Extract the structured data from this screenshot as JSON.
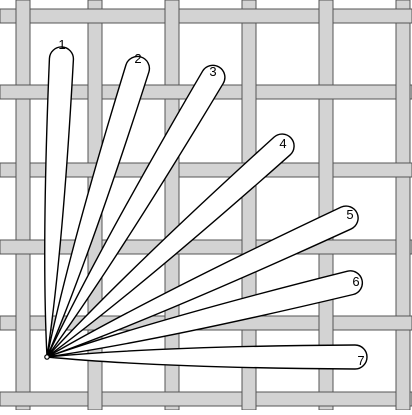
{
  "colors": {
    "background": "#ffffff",
    "grid_fill": "#d3d3d3",
    "grid_line": "#555555",
    "petal_fill": "#ffffff",
    "petal_stroke": "#000000"
  },
  "petals": [
    {
      "label": "1"
    },
    {
      "label": "2"
    },
    {
      "label": "3"
    },
    {
      "label": "4"
    },
    {
      "label": "5"
    },
    {
      "label": "6"
    },
    {
      "label": "7"
    }
  ]
}
